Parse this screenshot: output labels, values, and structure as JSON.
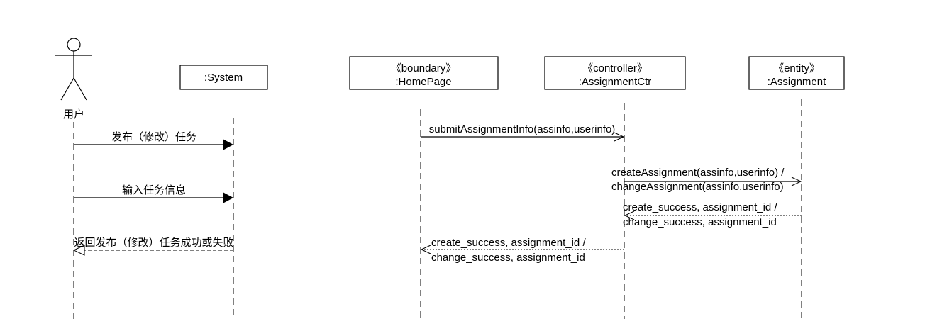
{
  "actor": {
    "label": "用户"
  },
  "participants": {
    "system": {
      "name": ":System"
    },
    "homepage": {
      "stereotype": "《boundary》",
      "name": ":HomePage"
    },
    "controller": {
      "stereotype": "《controller》",
      "name": ":AssignmentCtr"
    },
    "entity": {
      "stereotype": "《entity》",
      "name": ":Assignment"
    }
  },
  "messages": {
    "publish_task": "发布（修改）任务",
    "input_info": "输入任务信息",
    "return_result": "返回发布（修改）任务成功或失败",
    "submit_info": "submitAssignmentInfo(assinfo,userinfo)",
    "create_line1": "createAssignment(assinfo,userinfo) /",
    "create_line2": "changeAssignment(assinfo,userinfo)",
    "entity_return_line1": "create_success, assignment_id /",
    "entity_return_line2": "change_success, assignment_id",
    "ctr_return_line1": "create_success, assignment_id /",
    "ctr_return_line2": "change_success, assignment_id"
  }
}
